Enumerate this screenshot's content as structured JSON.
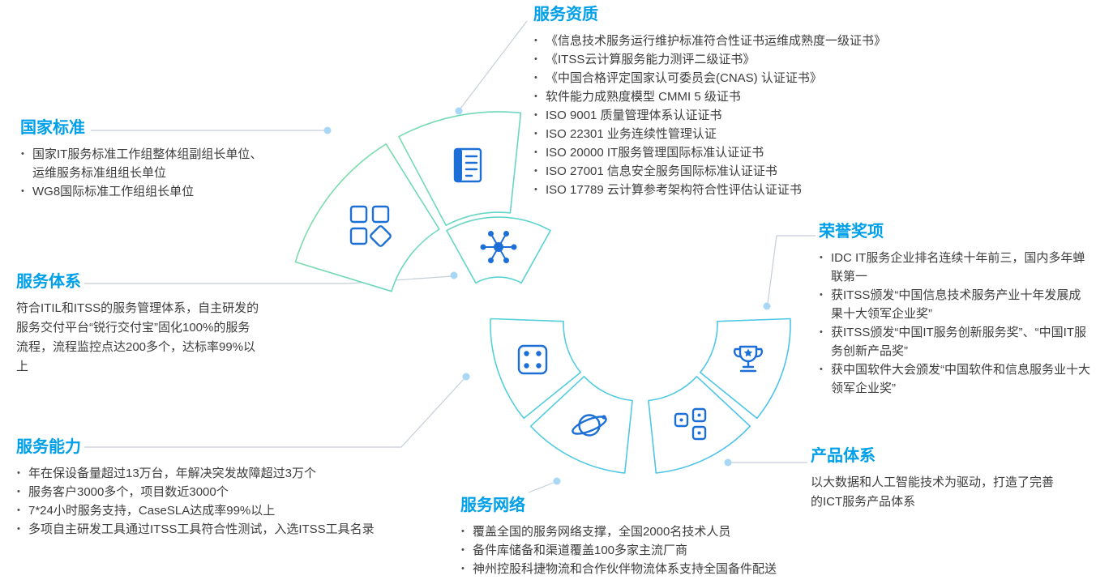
{
  "sections": [
    {
      "id": "national-standards",
      "title": "国家标准",
      "items": [
        "国家IT服务标准工作组整体组副组长单位、运维服务标准组组长单位",
        "WG8国际标准工作组组长单位"
      ]
    },
    {
      "id": "service-qualifications",
      "title": "服务资质",
      "items": [
        "《信息技术服务运行维护标准符合性证书运维成熟度一级证书》",
        "《ITSS云计算服务能力测评二级证书》",
        "《中国合格评定国家认可委员会(CNAS) 认证证书》",
        "软件能力成熟度模型 CMMI 5 级证书",
        "ISO 9001 质量管理体系认证证书",
        "ISO 22301 业务连续性管理认证",
        "ISO 20000 IT服务管理国际标准认证证书",
        "ISO 27001 信息安全服务国际标准认证证书",
        "ISO 17789 云计算参考架构符合性评估认证证书"
      ]
    },
    {
      "id": "service-system",
      "title": "服务体系",
      "paragraph": "符合ITIL和ITSS的服务管理体系，自主研发的服务交付平台“锐行交付宝”固化100%的服务流程，流程监控点达200多个，达标率99%以上"
    },
    {
      "id": "service-capability",
      "title": "服务能力",
      "items": [
        "年在保设备量超过13万台，年解决突发故障超过3万个",
        "服务客户3000多个，项目数近3000个",
        "7*24小时服务支持，CaseSLA达成率99%以上",
        "多项自主研发工具通过ITSS工具符合性测试，入选ITSS工具名录"
      ]
    },
    {
      "id": "honors-awards",
      "title": "荣誉奖项",
      "items": [
        "IDC IT服务企业排名连续十年前三，国内多年蝉联第一",
        "获ITSS颁发“中国信息技术服务产业十年发展成果十大领军企业奖”",
        "获ITSS颁发“中国IT服务创新服务奖”、“中国IT服务创新产品奖”",
        "获中国软件大会颁发“中国软件和信息服务业十大领军企业奖”"
      ]
    },
    {
      "id": "product-system",
      "title": "产品体系",
      "paragraph": "以大数据和人工智能技术为驱动，打造了完善的ICT服务产品体系"
    },
    {
      "id": "service-network",
      "title": "服务网络",
      "items": [
        "覆盖全国的服务网络支撑，全国2000名技术人员",
        "备件库储备和渠道覆盖100多家主流厂商",
        "神州控股科捷物流和合作伙伴物流体系支持全国备件配送"
      ]
    }
  ],
  "icons": [
    "apps-grid-icon",
    "certificate-icon",
    "molecule-icon",
    "dot-grid-icon",
    "planet-icon",
    "cubes-icon",
    "trophy-icon"
  ],
  "colors": {
    "section_title": "#00a0e9",
    "body_text": "#3d3d3d",
    "icon_blue": "#1c6fd6",
    "ring_green": "#8be09c",
    "ring_teal": "#55d0d8",
    "ring_blue": "#49c0f0",
    "connector_line": "#c6ced8",
    "connector_dot": "#a8d8f5"
  }
}
